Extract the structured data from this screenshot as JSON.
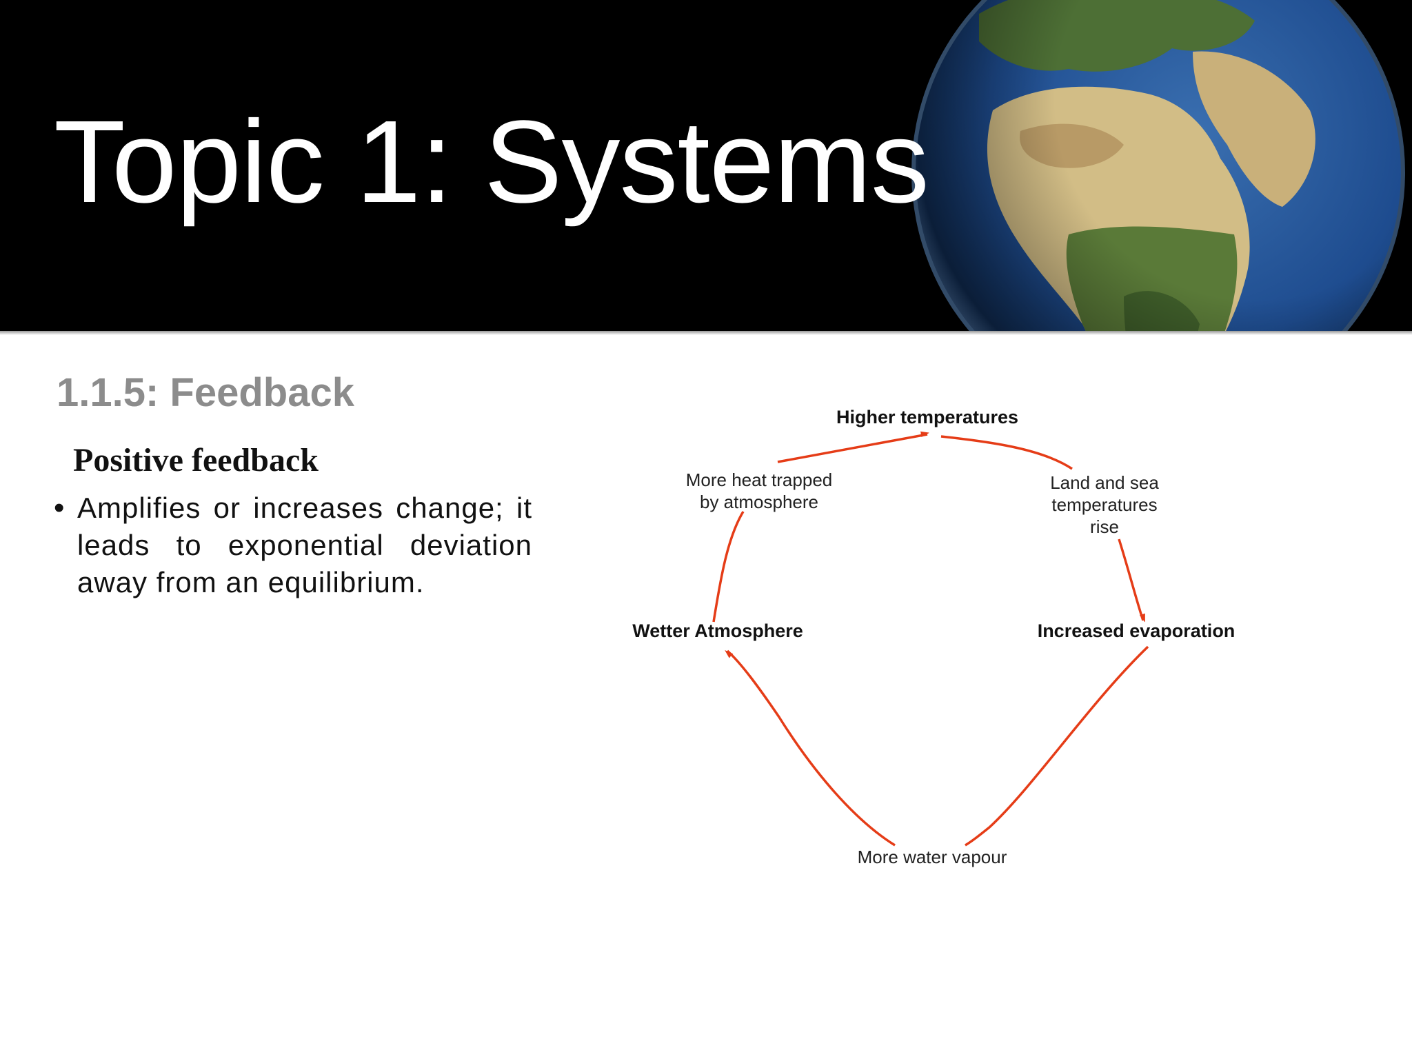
{
  "slide": {
    "title": "Topic 1: Systems",
    "section": "1.1.5: Feedback",
    "feedback_type": "Positive feedback",
    "bullet": "Amplifies or increases change; it leads to exponential deviation away from an equilibrium."
  },
  "diagram": {
    "nodes": {
      "top": "Higher temperatures",
      "right": "Increased evaporation",
      "bottom": "More water vapour",
      "left": "Wetter Atmosphere"
    },
    "edge_labels": {
      "top_right": [
        "Land and sea",
        "temperatures",
        "rise"
      ],
      "left_top": [
        "More heat trapped",
        "by atmosphere"
      ]
    },
    "colors": {
      "arrow": "#e53c17",
      "header_bg": "#000000",
      "section_heading": "#8c8c8c"
    }
  },
  "icons": {
    "header_image": "earth-globe-icon"
  }
}
